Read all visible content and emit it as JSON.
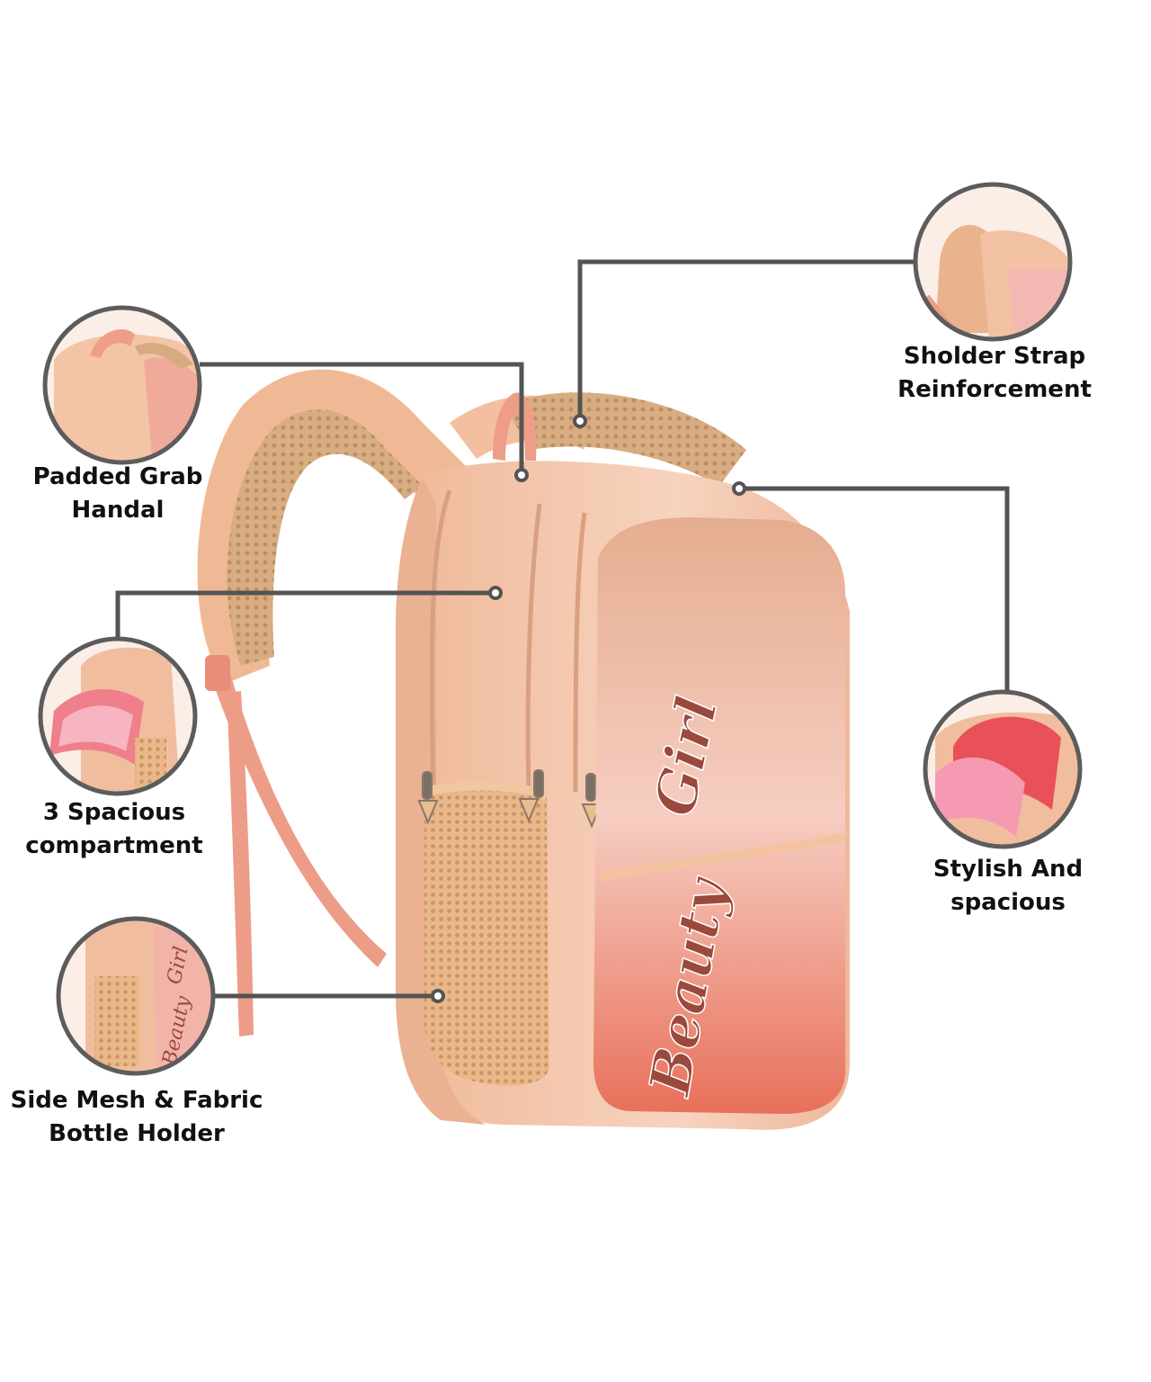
{
  "colors": {
    "line": "#545454",
    "ring": "#5c5c5c",
    "bag_body": "#f3c2a6",
    "bag_light": "#f8d8c3",
    "bag_shade": "#d9a284",
    "panel_top": "#e9b395",
    "panel_mid": "#f4c3b7",
    "panel_bottom": "#e8735e",
    "mesh": "#e7b483",
    "strap_pink": "#ee9e88",
    "lettering": "#9a4a3c"
  },
  "product": {
    "brand_script_top": "Girl",
    "brand_script_bottom": "Beauty"
  },
  "features": [
    {
      "id": "padded-grab-handle",
      "label_line1": "Padded Grab",
      "label_line2": "Handal",
      "thumbnail_icon": "handle-closeup"
    },
    {
      "id": "three-compartments",
      "label_line1": "3 Spacious",
      "label_line2": "compartment",
      "thumbnail_icon": "open-compartment-closeup"
    },
    {
      "id": "side-bottle-holder",
      "label_line1": "Side Mesh & Fabric",
      "label_line2": "Bottle Holder",
      "thumbnail_icon": "side-mesh-closeup"
    },
    {
      "id": "shoulder-strap",
      "label_line1": "Sholder Strap",
      "label_line2": "Reinforcement",
      "thumbnail_icon": "strap-closeup"
    },
    {
      "id": "stylish-spacious",
      "label_line1": "Stylish And",
      "label_line2": "spacious",
      "thumbnail_icon": "inner-compartment-closeup"
    }
  ]
}
